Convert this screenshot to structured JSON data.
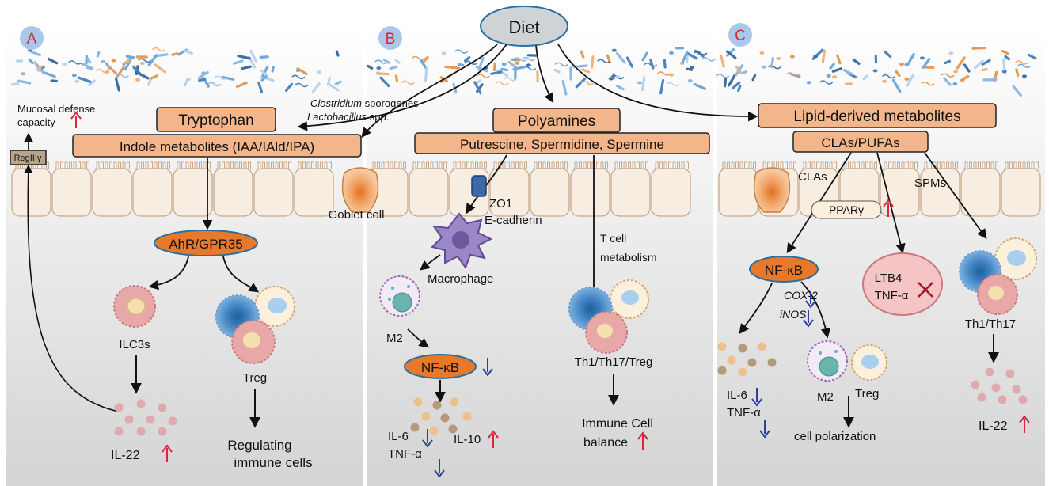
{
  "diet": "Diet",
  "panels": {
    "A": {
      "badge": "A",
      "mucosal_line1": "Mucosal defense",
      "mucosal_line2": "capacity",
      "reg": "RegIIIγ",
      "tryptophan": "Tryptophan",
      "indole": "Indole metabolites (IAA/IAld/IPA)",
      "bacteria_1_italic": "Clostridium",
      "bacteria_1_rest": " sporogenes",
      "bacteria_2_italic": "Lactobacillus",
      "bacteria_2_rest": " spp.",
      "receptor": "AhR/GPR35",
      "ilc": "ILC3s",
      "treg": "Treg",
      "il22": "IL-22",
      "regulating_1": "Regulating",
      "regulating_2": "immune cells",
      "goblet": "Goblet cell"
    },
    "B": {
      "badge": "B",
      "polyamines": "Polyamines",
      "putrescine": "Putrescine, Spermidine, Spermine",
      "zo1": "ZO1",
      "ecad": "E-cadherin",
      "macrophage": "Macrophage",
      "m2": "M2",
      "nfkb": "NF-κB",
      "il6": "IL-6",
      "tnf": "TNF-α",
      "il10": "IL-10",
      "tcell_1": "T cell",
      "tcell_2": "metabolism",
      "th": "Th1/Th17/Treg",
      "balance_1": "Immune Cell",
      "balance_2": "balance"
    },
    "C": {
      "badge": "C",
      "lipid": "Lipid-derived metabolites",
      "cla_pufa": "CLAs/PUFAs",
      "clas": "CLAs",
      "spms": "SPMs",
      "ppar": "PPARγ",
      "nfkb": "NF-κB",
      "cox2": "COX-2",
      "inos": "iNOS",
      "ltb4": "LTB4",
      "tnf_c": "TNF-α",
      "th": "Th1/Th17",
      "il6": "IL-6",
      "tnf": "TNF-α",
      "m2": "M2",
      "treg": "Treg",
      "polar": "cell polarization",
      "il22": "IL-22"
    }
  },
  "colors": {
    "box_fill": "#f3b58a",
    "nf_fill": "#e8782a",
    "up_arrow": "#d7263d",
    "down_arrow": "#2f3f9e",
    "badge": "#a9c8ec",
    "badge_text": "#e0242c"
  }
}
